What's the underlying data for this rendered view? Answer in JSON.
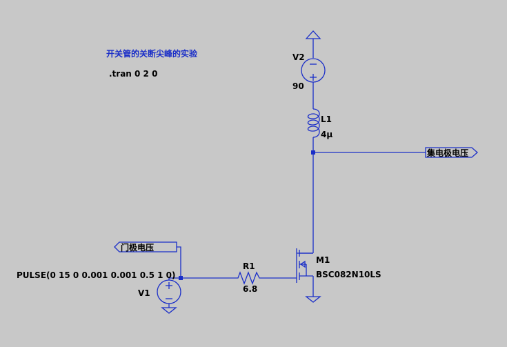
{
  "comment_text": "开关管的关断尖峰的实验",
  "sim_directive": ".tran 0 2 0",
  "v2": {
    "name": "V2",
    "value": "90"
  },
  "l1": {
    "name": "L1",
    "value": "4μ"
  },
  "r1": {
    "name": "R1",
    "value": "6.8"
  },
  "m1": {
    "name": "M1",
    "model": "BSC082N10LS"
  },
  "v1": {
    "name": "V1",
    "value": "PULSE(0 15 0 0.001 0.001 0.5 1 0)"
  },
  "net_labels": {
    "collector": "集电极电压",
    "gate": "门极电压"
  },
  "colors": {
    "wire": "#1a2ec8",
    "background": "#c8c8c8",
    "text": "#000000"
  }
}
